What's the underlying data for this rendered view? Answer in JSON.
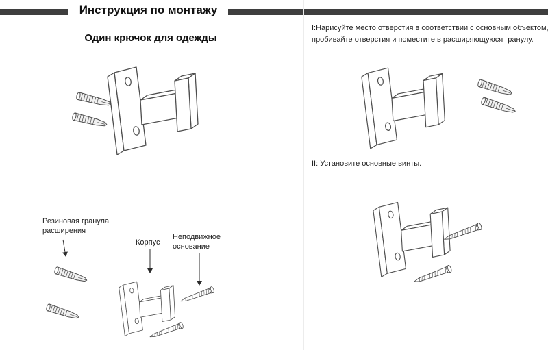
{
  "header": {
    "title": "Инструкция по монтажу"
  },
  "product": {
    "subtitle": "Один крючок для одежды"
  },
  "parts": {
    "anchor": "Резиновая гранула расширения",
    "body": "Корпус",
    "base": "Неподвижное основание"
  },
  "steps": {
    "one": "I:Нарисуйте место отверстия в соответствии с основным объектом, пробивайте отверстия и поместите в расширяющуюся гранулу.",
    "two": "II: Установите основные винты."
  },
  "colors": {
    "header_bar": "#3e3e3e",
    "line_art": "#4d4d4d",
    "arrow": "#2b2b2b"
  }
}
